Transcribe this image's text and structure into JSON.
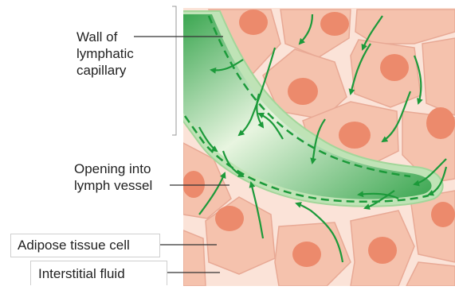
{
  "labels": {
    "wall": "Wall of\nlymphatic\ncapillary",
    "opening": "Opening into\nlymph vessel",
    "adipose": "Adipose tissue cell",
    "interstitial": "Interstitial fluid"
  },
  "colors": {
    "cell_fill": "#f5c2ad",
    "cell_border": "#e6a08e",
    "nucleus": "#ec8a6c",
    "interstitial": "#fbe3d8",
    "vessel_dark": "#3aa650",
    "vessel_light": "#dcefcf",
    "wall": "#a9d9a1",
    "arrow": "#1c9a3a",
    "leader": "#333333"
  }
}
